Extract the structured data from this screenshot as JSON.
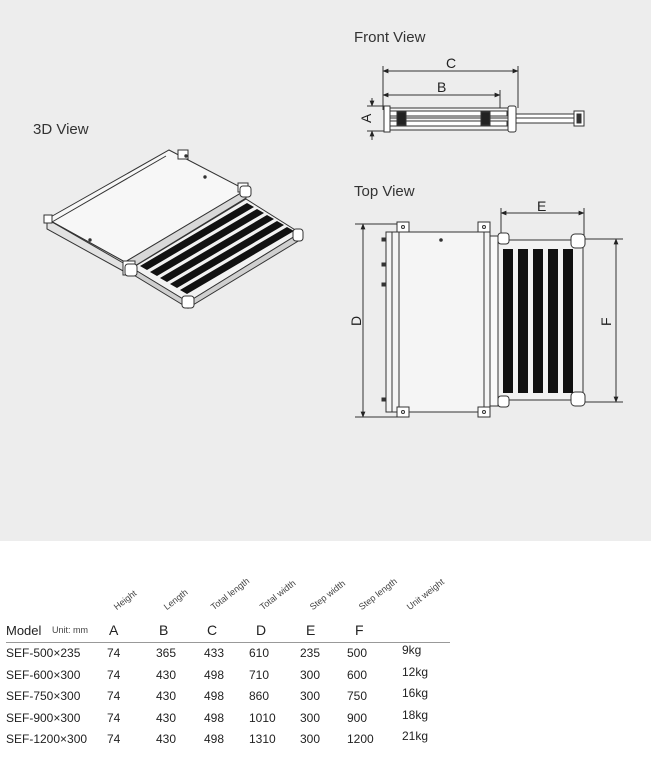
{
  "views": {
    "three_d": "3D View",
    "front": "Front View",
    "top": "Top View"
  },
  "dimension_letters": {
    "a": "A",
    "b": "B",
    "c": "C",
    "d": "D",
    "e": "E",
    "f": "F"
  },
  "table": {
    "model_header": "Model",
    "unit_header": "Unit: mm",
    "columns": [
      {
        "name": "Height",
        "letter": "A"
      },
      {
        "name": "Length",
        "letter": "B"
      },
      {
        "name": "Total length",
        "letter": "C"
      },
      {
        "name": "Total width",
        "letter": "D"
      },
      {
        "name": "Step width",
        "letter": "E"
      },
      {
        "name": "Step length",
        "letter": "F"
      },
      {
        "name": "Unit weight",
        "letter": ""
      }
    ],
    "rows": [
      {
        "model": "SEF-500×235",
        "a": "74",
        "b": "365",
        "c": "433",
        "d": "610",
        "e": "235",
        "f": "500",
        "weight": "9kg"
      },
      {
        "model": "SEF-600×300",
        "a": "74",
        "b": "430",
        "c": "498",
        "d": "710",
        "e": "300",
        "f": "600",
        "weight": "12kg"
      },
      {
        "model": "SEF-750×300",
        "a": "74",
        "b": "430",
        "c": "498",
        "d": "860",
        "e": "300",
        "f": "750",
        "weight": "16kg"
      },
      {
        "model": "SEF-900×300",
        "a": "74",
        "b": "430",
        "c": "498",
        "d": "1010",
        "e": "300",
        "f": "900",
        "weight": "18kg"
      },
      {
        "model": "SEF-1200×300",
        "a": "74",
        "b": "430",
        "c": "498",
        "d": "1310",
        "e": "300",
        "f": "1200",
        "weight": "21kg"
      }
    ]
  }
}
